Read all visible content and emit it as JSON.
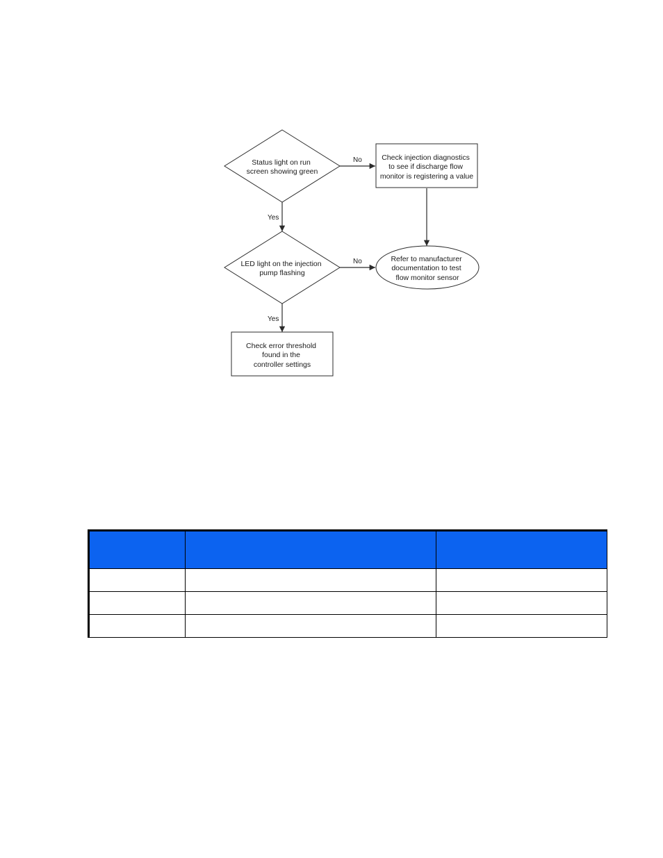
{
  "diagram": {
    "nodes": [
      {
        "id": "status",
        "shape": "diamond",
        "lines": [
          "Status light on run",
          "screen showing green"
        ]
      },
      {
        "id": "check_diag",
        "shape": "rect",
        "lines": [
          "Check injection diagnostics",
          "to see if discharge flow",
          "monitor is registering a value"
        ]
      },
      {
        "id": "led",
        "shape": "diamond",
        "lines": [
          "LED light on the injection",
          "pump flashing"
        ]
      },
      {
        "id": "refer",
        "shape": "ellipse",
        "lines": [
          "Refer to manufacturer",
          "documentation to test",
          "flow monitor sensor"
        ]
      },
      {
        "id": "threshold",
        "shape": "rect",
        "lines": [
          "Check error threshold",
          "found in the",
          "controller settings"
        ]
      }
    ],
    "edges": [
      {
        "from": "status",
        "to": "check_diag",
        "label": "No"
      },
      {
        "from": "status",
        "to": "led",
        "label": "Yes"
      },
      {
        "from": "check_diag",
        "to": "refer",
        "label": ""
      },
      {
        "from": "led",
        "to": "refer",
        "label": "No"
      },
      {
        "from": "led",
        "to": "threshold",
        "label": "Yes"
      }
    ]
  },
  "table": {
    "headers": [
      "",
      "",
      ""
    ],
    "rows": [
      [
        "",
        "",
        ""
      ],
      [
        "",
        "",
        ""
      ],
      [
        "",
        "",
        ""
      ]
    ]
  },
  "colors": {
    "table_header_bg": "#0c63f0",
    "line": "#2b2b2b"
  }
}
